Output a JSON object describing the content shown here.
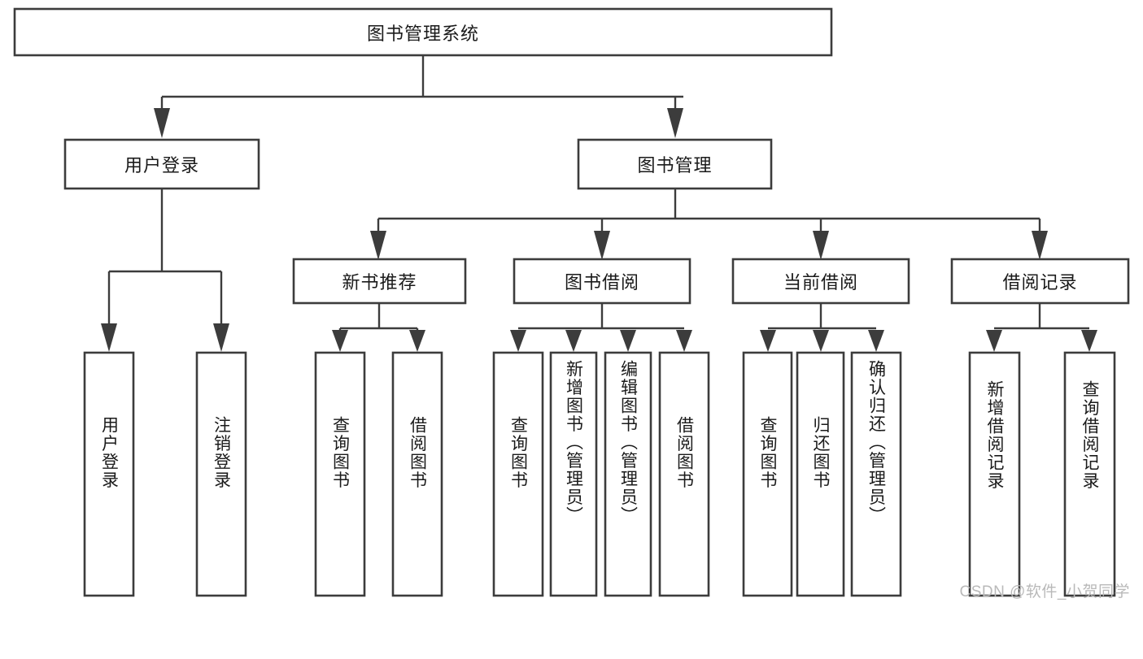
{
  "diagram": {
    "type": "tree-hierarchy",
    "title": "图书管理系统",
    "watermark": "CSDN @软件_小贺同学",
    "colors": {
      "stroke": "#3c3c3c",
      "fill": "#ffffff",
      "text": "#1a1a1a",
      "watermark": "#b9b9b9"
    },
    "levels": {
      "root": {
        "label": "图书管理系统"
      },
      "level2": [
        {
          "label": "用户登录"
        },
        {
          "label": "图书管理"
        }
      ],
      "level3": [
        {
          "label": "新书推荐"
        },
        {
          "label": "图书借阅"
        },
        {
          "label": "当前借阅"
        },
        {
          "label": "借阅记录"
        }
      ],
      "leaves": {
        "user_login": [
          {
            "label": "用户登录"
          },
          {
            "label": "注销登录"
          }
        ],
        "new_book_recommend": [
          {
            "label": "查询图书"
          },
          {
            "label": "借阅图书"
          }
        ],
        "book_borrow": [
          {
            "label": "查询图书"
          },
          {
            "label": "新增图书（管理员）"
          },
          {
            "label": "编辑图书（管理员）"
          },
          {
            "label": "借阅图书"
          }
        ],
        "current_borrow": [
          {
            "label": "查询图书"
          },
          {
            "label": "归还图书"
          },
          {
            "label": "确认归还（管理员）"
          }
        ],
        "borrow_record": [
          {
            "label": "新增借阅记录"
          },
          {
            "label": "查询借阅记录"
          }
        ]
      }
    },
    "edges": [
      {
        "from": "图书管理系统",
        "to": "用户登录"
      },
      {
        "from": "图书管理系统",
        "to": "图书管理"
      },
      {
        "from": "图书管理",
        "to": "新书推荐"
      },
      {
        "from": "图书管理",
        "to": "图书借阅"
      },
      {
        "from": "图书管理",
        "to": "当前借阅"
      },
      {
        "from": "图书管理",
        "to": "借阅记录"
      },
      {
        "from": "用户登录",
        "to": "用户登录"
      },
      {
        "from": "用户登录",
        "to": "注销登录"
      },
      {
        "from": "新书推荐",
        "to": "查询图书"
      },
      {
        "from": "新书推荐",
        "to": "借阅图书"
      },
      {
        "from": "图书借阅",
        "to": "查询图书"
      },
      {
        "from": "图书借阅",
        "to": "新增图书（管理员）"
      },
      {
        "from": "图书借阅",
        "to": "编辑图书（管理员）"
      },
      {
        "from": "图书借阅",
        "to": "借阅图书"
      },
      {
        "from": "当前借阅",
        "to": "查询图书"
      },
      {
        "from": "当前借阅",
        "to": "归还图书"
      },
      {
        "from": "当前借阅",
        "to": "确认归还（管理员）"
      },
      {
        "from": "借阅记录",
        "to": "新增借阅记录"
      },
      {
        "from": "借阅记录",
        "to": "查询借阅记录"
      }
    ]
  }
}
